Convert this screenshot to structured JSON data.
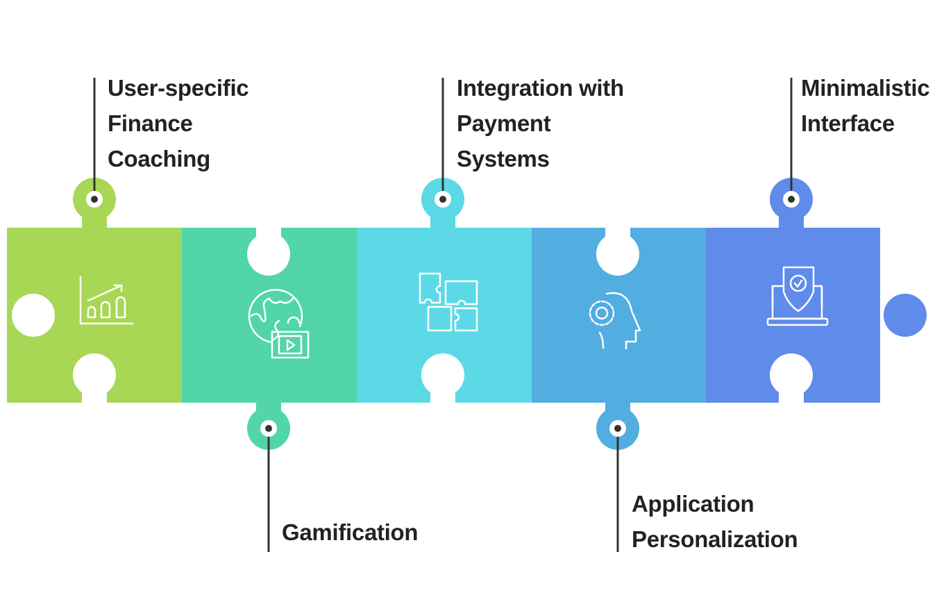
{
  "steps": [
    {
      "title_lines": [
        "User-specific",
        "Finance",
        "Coaching"
      ],
      "icon": "growth-chart-icon",
      "color": "#A8D756",
      "label_position": "top"
    },
    {
      "title_lines": [
        "Gamification"
      ],
      "icon": "globe-video-icon",
      "color": "#52D5A8",
      "label_position": "bottom"
    },
    {
      "title_lines": [
        "Integration with",
        "Payment",
        "Systems"
      ],
      "icon": "puzzle-icon",
      "color": "#5CD9E6",
      "label_position": "top"
    },
    {
      "title_lines": [
        "Application",
        "Personalization"
      ],
      "icon": "head-gear-icon",
      "color": "#52ADE1",
      "label_position": "bottom"
    },
    {
      "title_lines": [
        "Minimalistic",
        "Interface"
      ],
      "icon": "laptop-shield-icon",
      "color": "#5F8BEA",
      "label_position": "top"
    }
  ],
  "colors": {
    "text": "#222222",
    "connector": "#333333",
    "background": "#FFFFFF"
  }
}
